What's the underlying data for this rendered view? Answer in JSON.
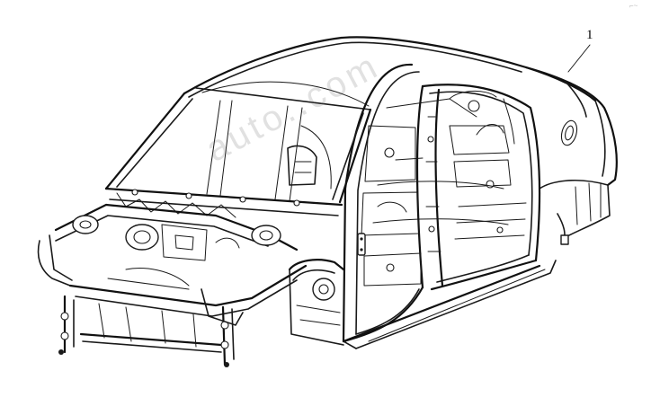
{
  "figure": {
    "subject": "car-body-in-white-isometric",
    "callout": {
      "label": "1"
    },
    "watermark": {
      "text": "auto..com"
    },
    "corner_mark": {
      "text": "⌐~"
    },
    "colors": {
      "line": "#1a1a1a",
      "background": "#ffffff"
    }
  }
}
